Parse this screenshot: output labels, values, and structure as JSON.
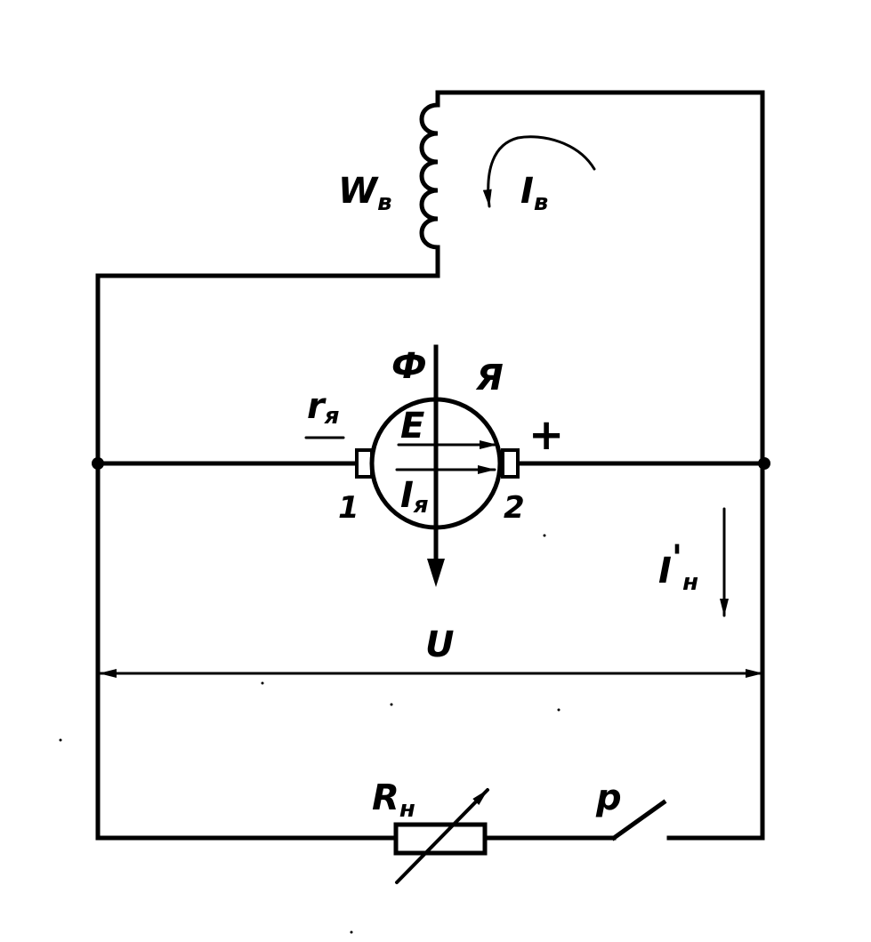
{
  "labels": {
    "field_winding": "W",
    "field_winding_sub": "в",
    "field_current": "I",
    "field_current_sub": "в",
    "flux": "Ф",
    "armature": "Я",
    "armature_resistance": "r",
    "armature_resistance_sub": "я",
    "emf": "E",
    "armature_current": "I",
    "armature_current_sub": "я",
    "plus": "+",
    "terminal_1": "1",
    "terminal_2": "2",
    "load_current": "I",
    "load_current_prime": "'",
    "load_current_sub": "н",
    "voltage": "U",
    "load_resistance": "R",
    "load_resistance_sub": "н",
    "switch": "p"
  }
}
